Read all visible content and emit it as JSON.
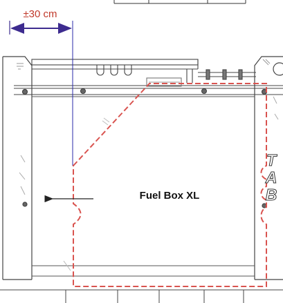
{
  "dimension": {
    "label": "±30 cm",
    "color": "#c0392b",
    "line_color": "#3d2b8f"
  },
  "box_label": "Fuel Box XL",
  "side_tab": {
    "letters": [
      "T",
      "A",
      "B"
    ]
  },
  "colors": {
    "outline": "#d9534f",
    "drawing": "#444444",
    "guide": "#2a2aa8"
  }
}
